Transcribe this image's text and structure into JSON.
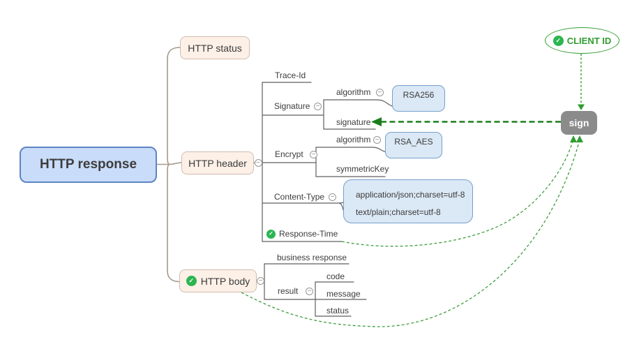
{
  "nodes": {
    "root": "HTTP response",
    "http_status": "HTTP status",
    "http_header": "HTTP header",
    "http_body": "HTTP body",
    "trace_id": "Trace-Id",
    "signature": "Signature",
    "signature_algorithm": "algorithm",
    "signature_algorithm_value": "RSA256",
    "signature_field": "signature",
    "encrypt": "Encrypt",
    "encrypt_algorithm": "algorithm",
    "encrypt_algorithm_value": "RSA_AES",
    "symmetric_key": "symmetricKey",
    "content_type": "Content-Type",
    "content_type_json": "application/json;charset=utf-8",
    "content_type_plain": "text/plain;charset=utf-8",
    "response_time": "Response-Time",
    "business_response": "business response",
    "result": "result",
    "code": "code",
    "message": "message",
    "status": "status",
    "client_id": "CLIENT ID",
    "sign": "sign"
  },
  "icons": {
    "collapse": "−",
    "check": "✓"
  },
  "colors": {
    "root_fill": "#c9dcf9",
    "root_border": "#5b85c2",
    "branch_fill": "#fcf0e7",
    "branch_border": "#d0bcae",
    "value_fill": "#dbe8f5",
    "value_border": "#74a0cc",
    "sign_fill": "#8b8b8b",
    "relationship_green": "#2f9d2f",
    "arrow_green_dark": "#1b7e1b",
    "check_green": "#2cb551",
    "tree_line": "#5f5f5f",
    "connector_line": "#a59a8c"
  }
}
